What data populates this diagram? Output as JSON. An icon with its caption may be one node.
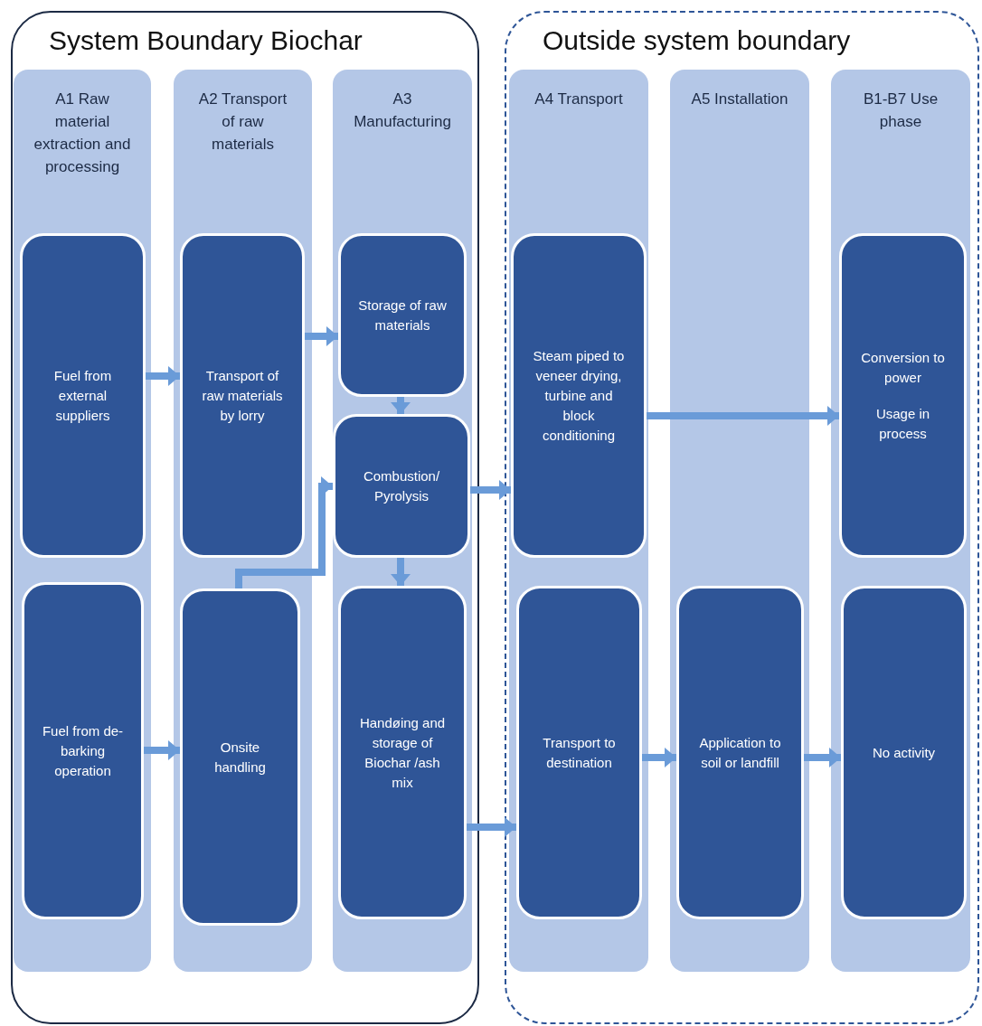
{
  "diagram": {
    "nodes": [
      {
        "text": [
          "System Boundary Biochar"
        ]
      },
      {
        "text": [
          "Outside system boundary"
        ]
      },
      {
        "text": [
          "A1 Raw material extraction and processing"
        ],
        "in": 0
      },
      {
        "text": [
          "A2 Transport of raw materials"
        ],
        "in": 0
      },
      {
        "text": [
          "A3 Manufacturing"
        ],
        "in": 0
      },
      {
        "text": [
          "A4 Transport"
        ],
        "in": 1
      },
      {
        "text": [
          "A5 Installation"
        ],
        "in": 1
      },
      {
        "text": [
          "B1-B7 Use phase"
        ],
        "in": 1
      },
      {
        "text": [
          "Fuel from external suppliers"
        ],
        "in": 2
      },
      {
        "text": [
          "Fuel from de-barking operation"
        ],
        "in": 2
      },
      {
        "text": [
          "Transport of raw materials by lorry"
        ],
        "in": 3
      },
      {
        "text": [
          "Onsite handling"
        ],
        "in": 3
      },
      {
        "text": [
          "Storage of raw materials"
        ],
        "in": 4
      },
      {
        "text": [
          "Combustion/ Pyrolysis"
        ],
        "in": 4
      },
      {
        "text": [
          "Handøing and storage of Biochar /ash mix"
        ],
        "in": 4
      },
      {
        "text": [
          "Steam piped to veneer drying, turbine and block conditioning"
        ],
        "in": 5
      },
      {
        "text": [
          "Transport to destination"
        ],
        "in": 5
      },
      {
        "text": [
          "Application to soil or landfill"
        ],
        "in": 6
      },
      {
        "text": [
          "Conversion to power",
          "Usage in process"
        ],
        "in": 7
      },
      {
        "text": [
          "No activity"
        ],
        "in": 7
      }
    ],
    "edges": [
      {
        "from": 8,
        "to": 10,
        "arrow": "to"
      },
      {
        "from": 9,
        "to": 11,
        "arrow": "to"
      },
      {
        "from": 10,
        "to": 12,
        "arrow": "to"
      },
      {
        "from": 12,
        "to": 13,
        "arrow": "to"
      },
      {
        "from": 11,
        "to": 13,
        "arrow": "to"
      },
      {
        "from": 13,
        "to": 14,
        "arrow": "to"
      },
      {
        "from": 13,
        "to": 15,
        "arrow": "to"
      },
      {
        "from": 14,
        "to": 16,
        "arrow": "to"
      },
      {
        "from": 15,
        "to": 18,
        "arrow": "to"
      },
      {
        "from": 16,
        "to": 17,
        "arrow": "to"
      },
      {
        "from": 17,
        "to": 19,
        "arrow": "to"
      }
    ]
  }
}
